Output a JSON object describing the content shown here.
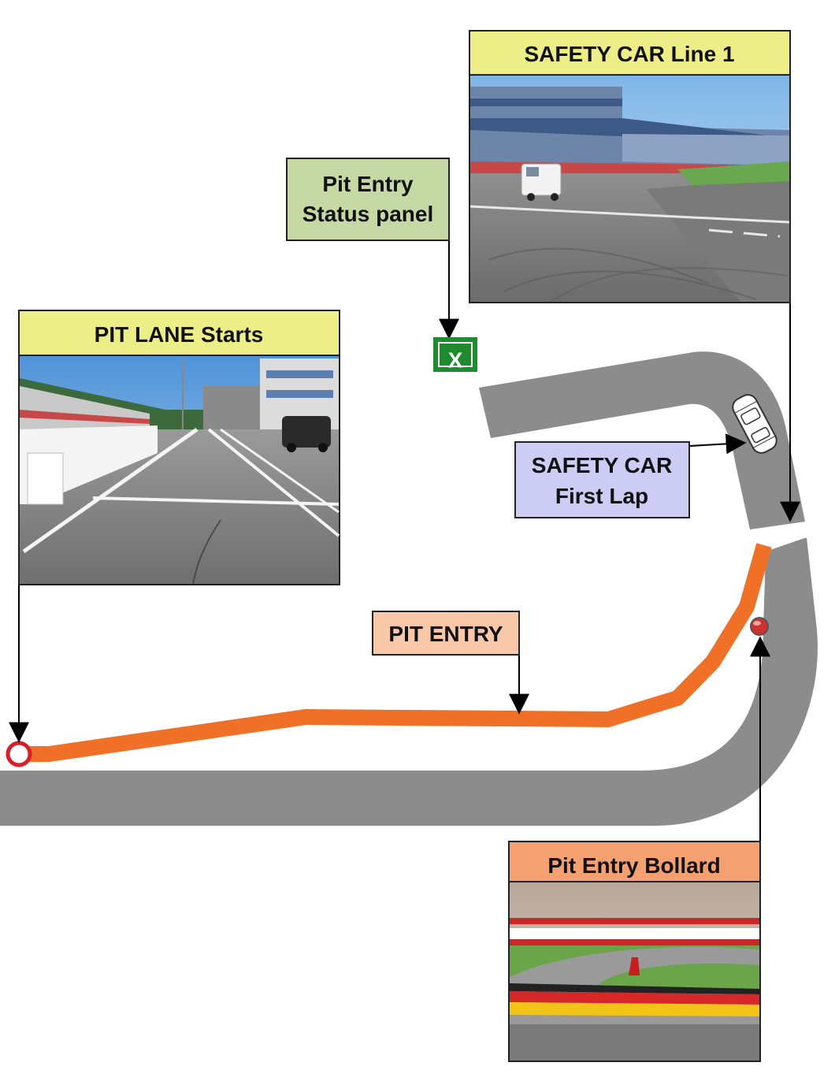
{
  "colors": {
    "track": "#8c8c8c",
    "pit_lane": "#f07028",
    "arrow": "#000000",
    "yellow_header": "#eeee88",
    "green_box": "#c6d8a4",
    "blue_box": "#ccccf4",
    "orange_box": "#f8c8a8",
    "bollard_header": "#f4a070",
    "status_panel": "#1f8a2e"
  },
  "labels": {
    "safety_car_line1": "SAFETY CAR Line 1",
    "pit_entry_status_line1": "Pit Entry",
    "pit_entry_status_line2": "Status panel",
    "pit_lane_starts": "PIT LANE Starts",
    "safety_car_first_lap_line1": "SAFETY CAR",
    "safety_car_first_lap_line2": "First Lap",
    "pit_entry": "PIT ENTRY",
    "pit_entry_bollard": "Pit Entry Bollard",
    "status_panel_symbol": "X"
  },
  "icons": {
    "status_panel": "x-icon",
    "safety_car": "car-icon",
    "pit_lane_start_marker": "circle-marker-icon",
    "bollard_marker": "bollard-icon"
  }
}
